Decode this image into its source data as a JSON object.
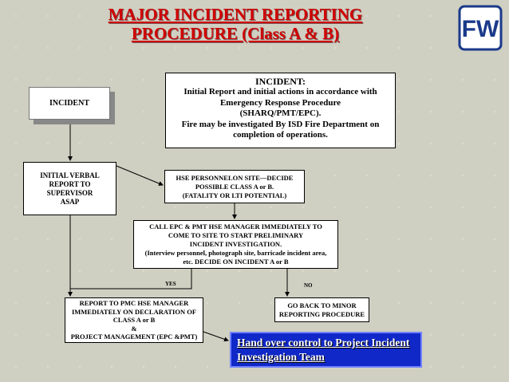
{
  "title": {
    "line1": "MAJOR INCIDENT REPORTING",
    "line2": "PROCEDURE (Class A & B)"
  },
  "logo": {
    "text": "FW",
    "icon": "fw-logo-icon",
    "color": "#1a3a8a"
  },
  "colors": {
    "title": "#d00000",
    "handover_bg": "#1028c8",
    "background": "#cfcfc2"
  },
  "nodes": {
    "incident_detail": {
      "lines": [
        "INCIDENT:",
        "Initial Report and initial actions in accordance with",
        "Emergency Response Procedure",
        "(SHARQ/PMT/EPC).",
        "Fire may be investigated By ISD Fire Department on",
        "completion of operations."
      ]
    },
    "incident": {
      "label": "INCIDENT"
    },
    "verbal_report": {
      "lines": [
        "INITIAL VERBAL",
        "REPORT TO",
        "SUPERVISOR",
        "ASAP"
      ]
    },
    "hse_decide": {
      "lines": [
        "HSE PERSONNELON SITE—DECIDE",
        "POSSIBLE CLASS A or B.",
        "(FATALITY OR LTI POTENTIAL)"
      ]
    },
    "call_epc": {
      "lines": [
        "CALL EPC & PMT HSE MANAGER IMMEDIATELY TO",
        "COME TO SITE TO START PRELIMINARY",
        "INCIDENT INVESTIGATION.",
        "(Interview personnel, photograph site, barricade incident area,",
        "etc. DECIDE ON INCIDENT A or B"
      ]
    },
    "report_pmc": {
      "lines": [
        "REPORT TO PMC HSE MANAGER",
        "IMMEDIATELY ON DECLARATION OF",
        "CLASS A or B",
        "&",
        "PROJECT MANAGEMENT (EPC &PMT)"
      ]
    },
    "go_back": {
      "lines": [
        "GO BACK TO MINOR",
        "REPORTING PROCEDURE"
      ]
    },
    "handover": {
      "lines": [
        "Hand over control to Project Incident",
        "Investigation Team"
      ]
    }
  },
  "edge_labels": {
    "yes": "YES",
    "no": "NO"
  }
}
